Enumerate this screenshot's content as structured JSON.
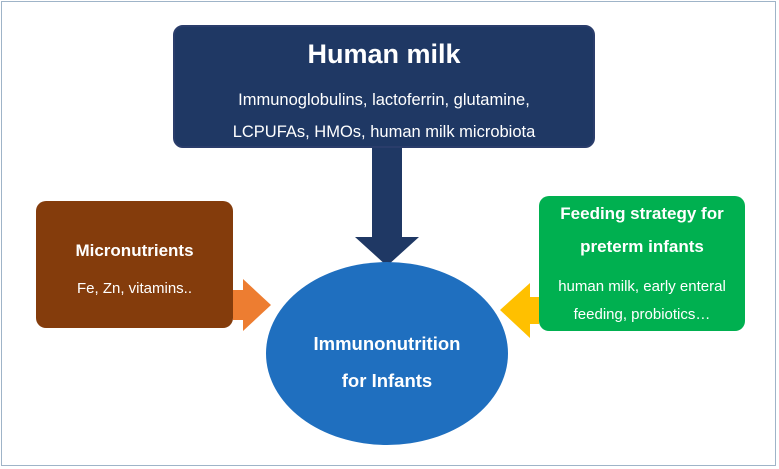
{
  "colors": {
    "human_milk_box": "#1f3864",
    "micronutrients_box": "#843c0c",
    "feeding_box": "#00b050",
    "center_ellipse": "#1f6fbf",
    "down_arrow": "#1f3864",
    "left_arrow": "#ed7d31",
    "right_arrow": "#ffc000"
  },
  "human_milk": {
    "title": "Human milk",
    "line1": "Immunoglobulins, lactoferrin, glutamine,",
    "line2": "LCPUFAs, HMOs, human milk microbiota"
  },
  "micronutrients": {
    "title": "Micronutrients",
    "items": "Fe, Zn, vitamins.."
  },
  "feeding_strategy": {
    "title_line1": "Feeding strategy for",
    "title_line2": "preterm infants",
    "items_line1": "human milk, early enteral",
    "items_line2": "feeding, probiotics…"
  },
  "center": {
    "line1": "Immunonutrition",
    "line2": "for Infants"
  }
}
